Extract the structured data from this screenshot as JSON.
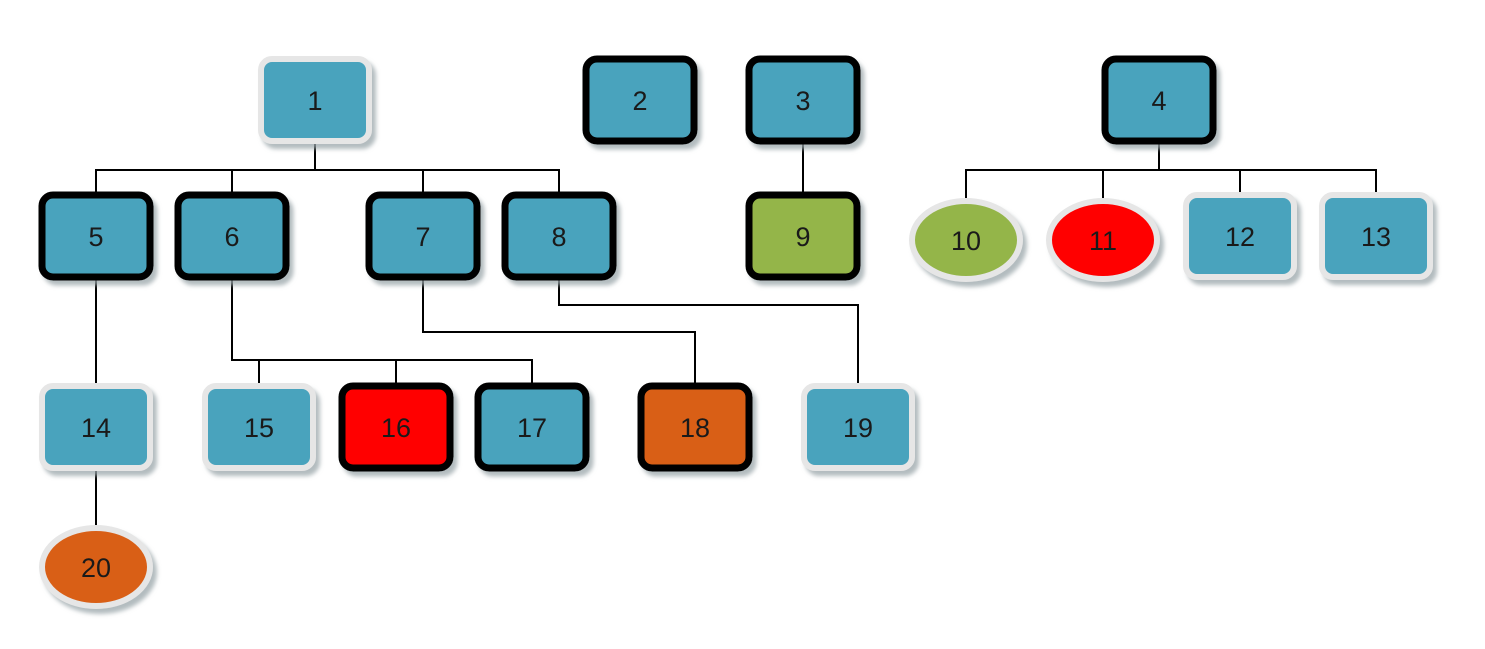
{
  "colors": {
    "blue": "#4aa3bd",
    "green": "#94b54a",
    "red": "#ff0000",
    "orange": "#d95f16",
    "outline_dark": "#000000",
    "outline_light": "#e6e6e6",
    "connector": "#000000"
  },
  "diagram": {
    "nodes": [
      {
        "id": "1",
        "label": "1",
        "shape": "rect",
        "fill": "blue",
        "border": "light"
      },
      {
        "id": "2",
        "label": "2",
        "shape": "rect",
        "fill": "blue",
        "border": "dark"
      },
      {
        "id": "3",
        "label": "3",
        "shape": "rect",
        "fill": "blue",
        "border": "dark"
      },
      {
        "id": "4",
        "label": "4",
        "shape": "rect",
        "fill": "blue",
        "border": "dark"
      },
      {
        "id": "5",
        "label": "5",
        "shape": "rect",
        "fill": "blue",
        "border": "dark"
      },
      {
        "id": "6",
        "label": "6",
        "shape": "rect",
        "fill": "blue",
        "border": "dark"
      },
      {
        "id": "7",
        "label": "7",
        "shape": "rect",
        "fill": "blue",
        "border": "dark"
      },
      {
        "id": "8",
        "label": "8",
        "shape": "rect",
        "fill": "blue",
        "border": "dark"
      },
      {
        "id": "9",
        "label": "9",
        "shape": "rect",
        "fill": "green",
        "border": "dark"
      },
      {
        "id": "10",
        "label": "10",
        "shape": "ellipse",
        "fill": "green",
        "border": "light"
      },
      {
        "id": "11",
        "label": "11",
        "shape": "ellipse",
        "fill": "red",
        "border": "light"
      },
      {
        "id": "12",
        "label": "12",
        "shape": "rect",
        "fill": "blue",
        "border": "light"
      },
      {
        "id": "13",
        "label": "13",
        "shape": "rect",
        "fill": "blue",
        "border": "light"
      },
      {
        "id": "14",
        "label": "14",
        "shape": "rect",
        "fill": "blue",
        "border": "light"
      },
      {
        "id": "15",
        "label": "15",
        "shape": "rect",
        "fill": "blue",
        "border": "light"
      },
      {
        "id": "16",
        "label": "16",
        "shape": "rect",
        "fill": "red",
        "border": "dark"
      },
      {
        "id": "17",
        "label": "17",
        "shape": "rect",
        "fill": "blue",
        "border": "dark"
      },
      {
        "id": "18",
        "label": "18",
        "shape": "rect",
        "fill": "orange",
        "border": "dark"
      },
      {
        "id": "19",
        "label": "19",
        "shape": "rect",
        "fill": "blue",
        "border": "light"
      },
      {
        "id": "20",
        "label": "20",
        "shape": "ellipse",
        "fill": "orange",
        "border": "light"
      }
    ],
    "edges": [
      {
        "from": "1",
        "to": "5"
      },
      {
        "from": "1",
        "to": "6"
      },
      {
        "from": "1",
        "to": "7"
      },
      {
        "from": "1",
        "to": "8"
      },
      {
        "from": "3",
        "to": "9"
      },
      {
        "from": "4",
        "to": "10"
      },
      {
        "from": "4",
        "to": "11"
      },
      {
        "from": "4",
        "to": "12"
      },
      {
        "from": "4",
        "to": "13"
      },
      {
        "from": "5",
        "to": "14"
      },
      {
        "from": "6",
        "to": "15"
      },
      {
        "from": "6",
        "to": "16"
      },
      {
        "from": "6",
        "to": "17"
      },
      {
        "from": "7",
        "to": "18"
      },
      {
        "from": "8",
        "to": "19"
      },
      {
        "from": "14",
        "to": "20"
      }
    ]
  }
}
